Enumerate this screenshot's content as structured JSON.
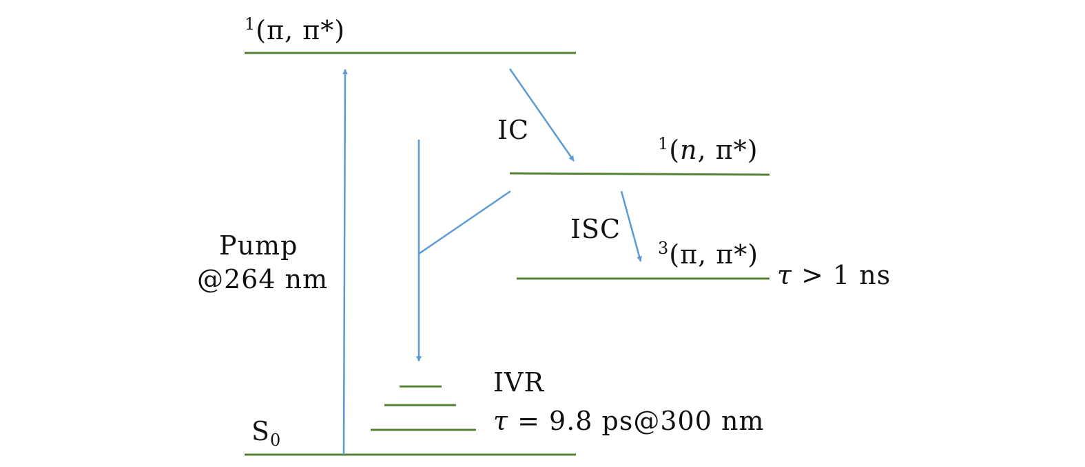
{
  "colors": {
    "level": "#548235",
    "arrow": "#5B9BD5",
    "text": "#111111"
  },
  "states": {
    "s1_pipi": {
      "sup": "1",
      "text": "(π, π*)"
    },
    "s1_npi": {
      "sup": "1",
      "pre": "(",
      "italic": "n",
      "post": ", π*)"
    },
    "t1_pipi": {
      "sup": "3",
      "text": "(π, π*)"
    },
    "s0": {
      "main": "S",
      "sub": "0"
    }
  },
  "labels": {
    "ic": "IC",
    "isc": "ISC",
    "pump_line1": "Pump",
    "pump_line2": "@264 nm",
    "ivr": "IVR",
    "triplet_tau_symbol": "τ",
    "triplet_tau_rest": " > 1 ns",
    "ivr_tau_symbol": "τ",
    "ivr_tau_rest": " = 9.8 ps@300 nm"
  }
}
